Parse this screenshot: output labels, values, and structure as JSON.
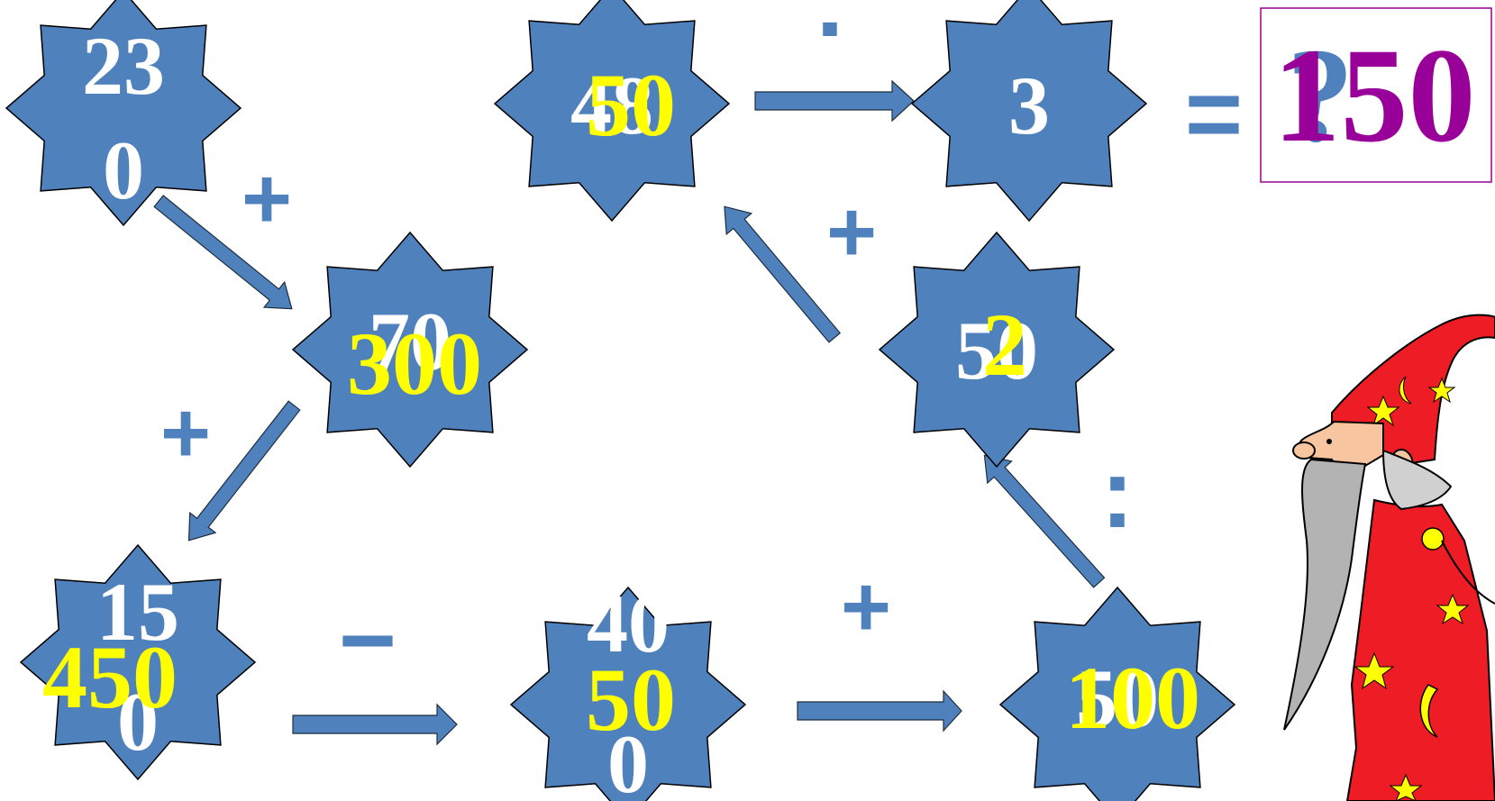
{
  "puzzle": {
    "stars": [
      {
        "id": "s1",
        "white_lines": [
          "23",
          "0"
        ],
        "yellow": ""
      },
      {
        "id": "s2",
        "white_lines": [
          "70"
        ],
        "yellow": "300"
      },
      {
        "id": "s3",
        "white_lines": [
          "15",
          "0"
        ],
        "yellow": "450"
      },
      {
        "id": "s4",
        "white_lines": [
          "40",
          "0"
        ],
        "yellow": "50"
      },
      {
        "id": "s5",
        "white_lines": [
          "50"
        ],
        "yellow": "100"
      },
      {
        "id": "s6",
        "white_lines": [
          "50"
        ],
        "yellow": "2"
      },
      {
        "id": "s7",
        "white_lines": [
          "48"
        ],
        "yellow": "50"
      },
      {
        "id": "s8",
        "white_lines": [
          "3"
        ],
        "yellow": ""
      }
    ],
    "operators": {
      "op1": "+",
      "op2": "+",
      "op3": "−",
      "op4": "+",
      "op5": ":",
      "op6": "+",
      "op7": ":"
    },
    "equals": "=",
    "answer_placeholder": "?",
    "answer_value": "150"
  },
  "colors": {
    "star_fill": "#4f81bd",
    "white_text": "#ffffff",
    "yellow_text": "#ffff00",
    "answer_color": "#990099"
  },
  "illustration": "wizard"
}
